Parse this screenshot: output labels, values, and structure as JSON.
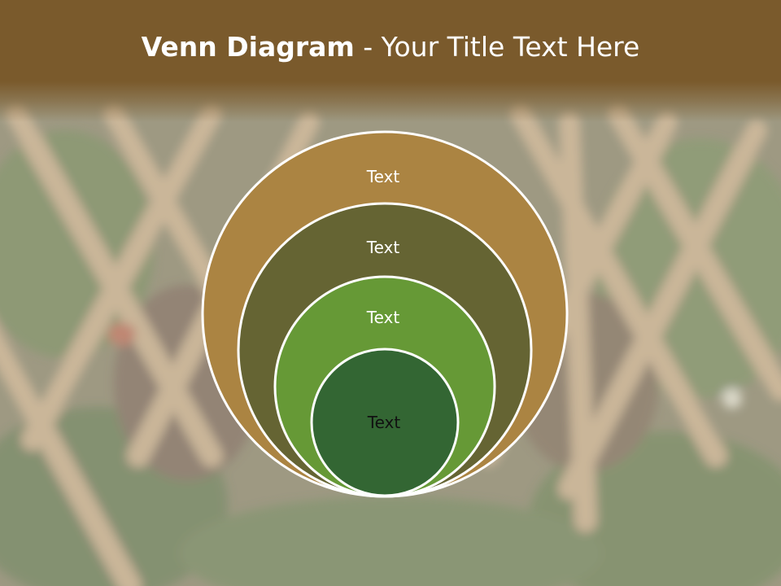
{
  "slide": {
    "title_bold": "Venn Diagram",
    "title_rest": " - Your Title Text Here"
  },
  "diagram": {
    "circles": [
      {
        "label": "Text",
        "fill": "#ab8442",
        "text_color": "#ffffff"
      },
      {
        "label": "Text",
        "fill": "#656433",
        "text_color": "#ffffff"
      },
      {
        "label": "Text",
        "fill": "#669936",
        "text_color": "#ffffff"
      },
      {
        "label": "Text",
        "fill": "#336633",
        "text_color": "#111111"
      }
    ]
  },
  "colors": {
    "header": "#7a5a2c",
    "outline": "#ffffff"
  }
}
